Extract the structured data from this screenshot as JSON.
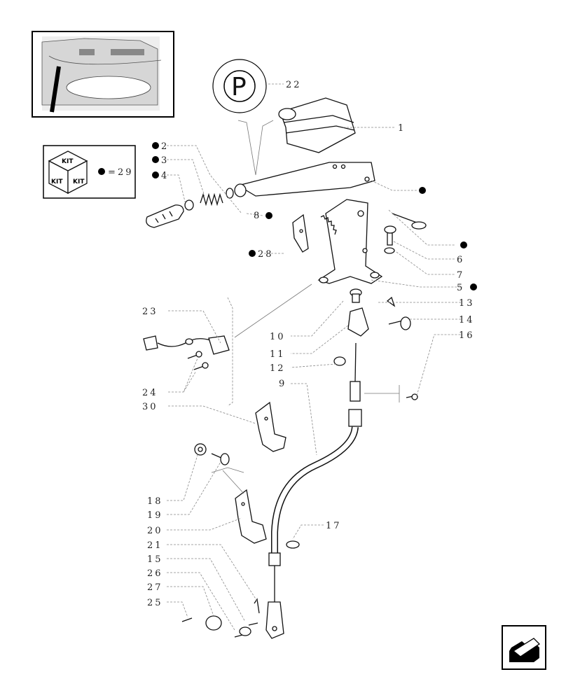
{
  "diagram": {
    "callouts": {
      "c1": "1",
      "c2": "2",
      "c3": "3",
      "c4": "4",
      "c5": "5",
      "c6": "6",
      "c7": "7",
      "c8": "8",
      "c9": "9",
      "c10": "10",
      "c11": "11",
      "c12": "12",
      "c13": "13",
      "c14": "14",
      "c15": "15",
      "c16": "16",
      "c17": "17",
      "c18": "18",
      "c19": "19",
      "c20": "20",
      "c21": "21",
      "c22": "22",
      "c23": "23",
      "c24": "24",
      "c25": "25",
      "c26": "26",
      "c27": "27",
      "c28": "28",
      "c30": "30"
    },
    "kit": {
      "top": "KIT",
      "left": "KIT",
      "right": "KIT",
      "equals": "=",
      "ref": "29"
    },
    "park_symbol": "P",
    "nav_icon": "arrow-back-icon"
  }
}
